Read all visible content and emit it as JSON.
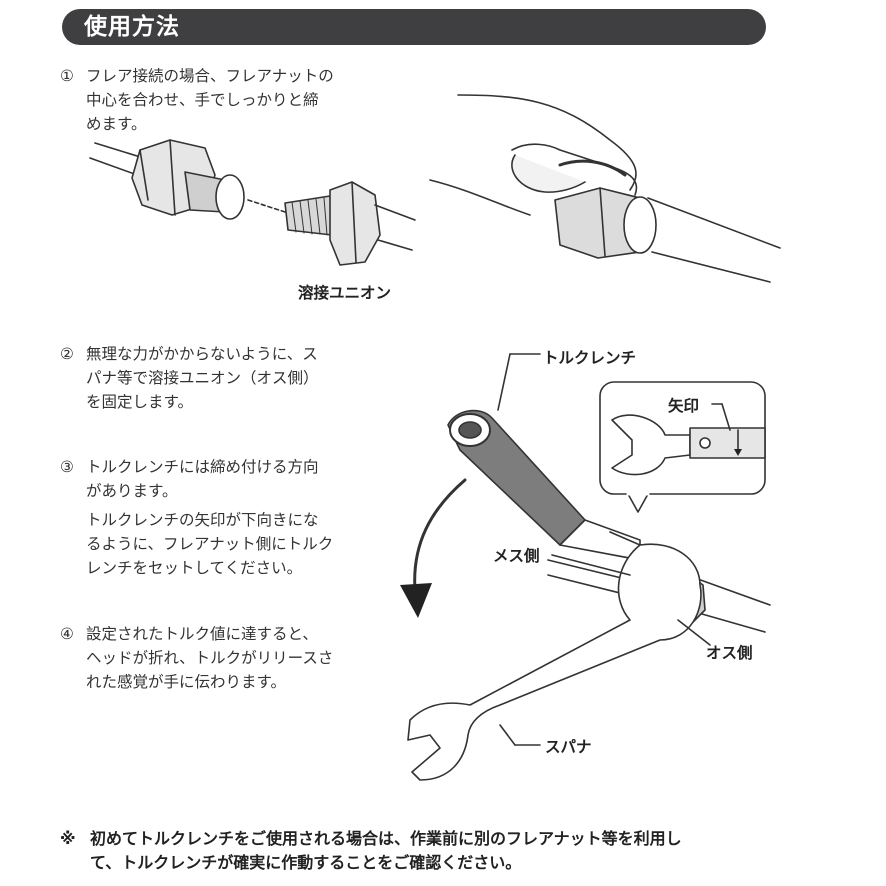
{
  "header": {
    "title": "使用方法"
  },
  "steps": [
    {
      "number": "①",
      "text": "フレア接続の場合、フレアナットの\n中心を合わせ、手でしっかりと締\nめます。"
    },
    {
      "number": "②",
      "text": "無理な力がかからないように、ス\nパナ等で溶接ユニオン（オス側）\nを固定します。"
    },
    {
      "number": "③",
      "text": "トルクレンチには締め付ける方向\nがあります。"
    },
    {
      "number": "",
      "text": "トルクレンチの矢印が下向きにな\nるように、フレアナット側にトルク\nレンチをセットしてください。"
    },
    {
      "number": "④",
      "text": "設定されたトルク値に達すると、\nヘッドが折れ、トルクがリリースさ\nれた感覚が手に伝わります。"
    }
  ],
  "labels": {
    "union": "溶接ユニオン",
    "torque_wrench": "トルクレンチ",
    "arrow_mark": "矢印",
    "female_side": "メス側",
    "male_side": "オス側",
    "spanner": "スパナ"
  },
  "note": {
    "mark": "※",
    "text": "初めてトルクレンチをご使用される場合は、作業前に別のフレアナット等を利用し\nて、トルクレンチが確実に作動することをご確認ください。"
  }
}
